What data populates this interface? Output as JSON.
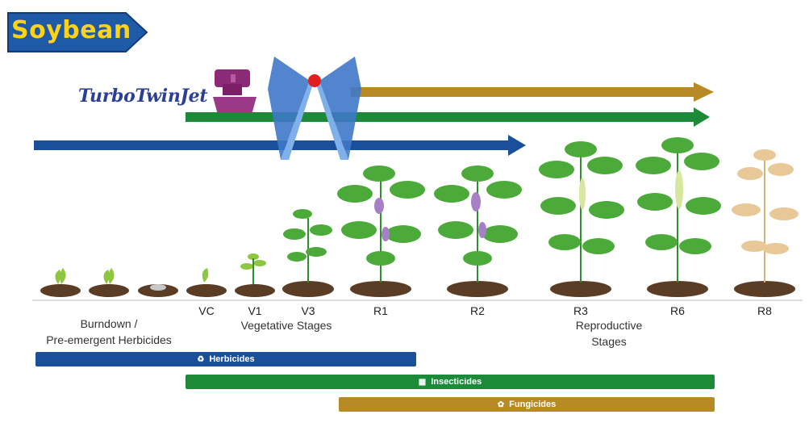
{
  "title": "Soybean",
  "brand": "TurboTwinJet",
  "colors": {
    "blue": "#1a4f9c",
    "green": "#1d8a3a",
    "gold": "#b78a25",
    "badge_bg": "#1f5aa6",
    "badge_text": "#ffd21a"
  },
  "stages": [
    "VC",
    "V1",
    "V3",
    "R1",
    "R2",
    "R3",
    "R6",
    "R8"
  ],
  "captions": {
    "burndown": "Burndown  /",
    "pre_emergent": "Pre-emergent Herbicides",
    "vegetative": "Vegetative Stages",
    "reproductive_1": "Reproductive",
    "reproductive_2": "Stages"
  },
  "bars": {
    "herbicides": {
      "label": "Herbicides",
      "icon": "herbicide-icon"
    },
    "insecticides": {
      "label": "Insecticides",
      "icon": "insect-icon"
    },
    "fungicides": {
      "label": "Fungicides",
      "icon": "fungus-icon"
    }
  }
}
